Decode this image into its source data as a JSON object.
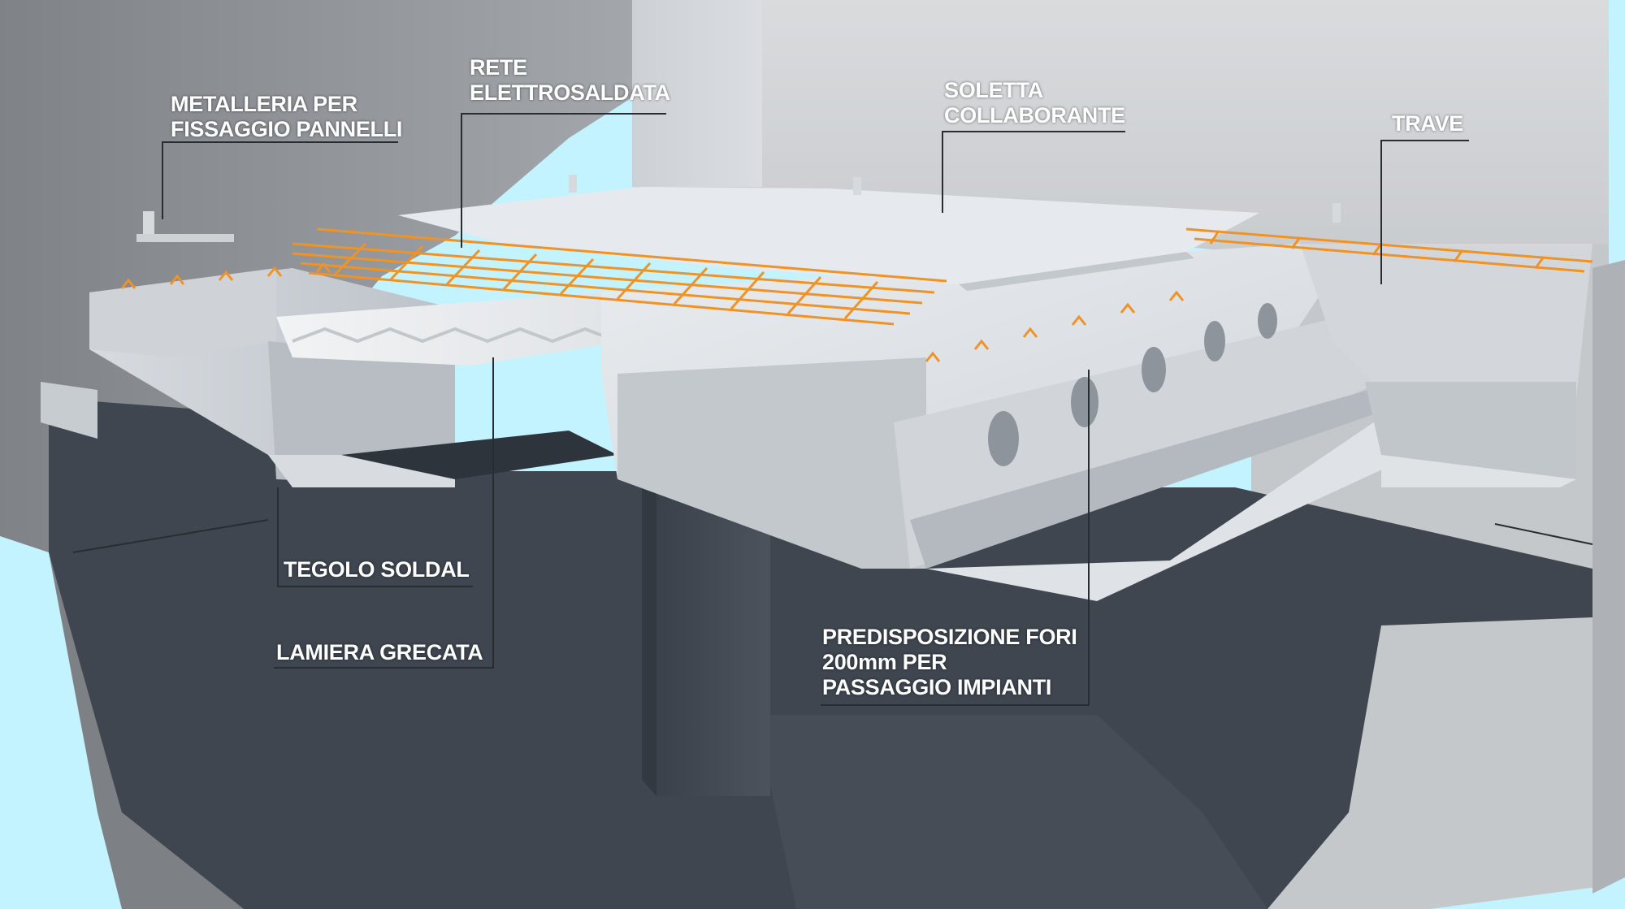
{
  "colors": {
    "background": "#c2f3ff",
    "left_wall": "#8e9296",
    "back_wall": "#d2d4d6",
    "right_wall": "#c6c9cc",
    "concrete_light": "#e3e6ea",
    "concrete_mid": "#c9cdd2",
    "concrete_dark": "#a9afb5",
    "shadow": "#3c424b",
    "rebar": "#ef9326",
    "leader_line": "#2a2d30",
    "label_text": "#ffffff"
  },
  "labels": {
    "metalleria": {
      "line1": "METALLERIA PER",
      "line2": "FISSAGGIO PANNELLI"
    },
    "rete": {
      "line1": "RETE",
      "line2": "ELETTROSALDATA"
    },
    "soletta": {
      "line1": "SOLETTA",
      "line2": "COLLABORANTE"
    },
    "trave": {
      "line1": "TRAVE"
    },
    "tegolo": {
      "line1": "TEGOLO SOLDAL"
    },
    "lamiera": {
      "line1": "LAMIERA GRECATA"
    },
    "predisposizione": {
      "line1": "PREDISPOSIZIONE FORI",
      "line2": "200mm PER",
      "line3": "PASSAGGIO IMPIANTI"
    }
  }
}
